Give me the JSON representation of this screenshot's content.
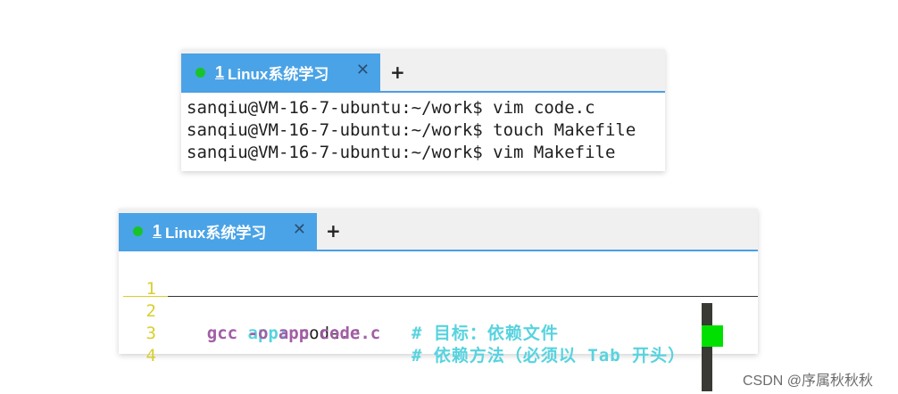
{
  "window1": {
    "tab": {
      "number": "1",
      "title": "Linux系统学习",
      "close": "✕"
    },
    "new_tab": "+",
    "lines": [
      "sanqiu@VM-16-7-ubuntu:~/work$ vim code.c",
      "sanqiu@VM-16-7-ubuntu:~/work$ touch Makefile",
      "sanqiu@VM-16-7-ubuntu:~/work$ vim Makefile"
    ]
  },
  "window2": {
    "tab": {
      "number": "1",
      "title": "Linux系统学习",
      "close": "✕"
    },
    "new_tab": "+",
    "vim": {
      "line_numbers": [
        "1",
        "2",
        "3",
        "4"
      ],
      "line1": {
        "target": "app:",
        "deps": " code.c",
        "comment": "# 目标：依赖文件"
      },
      "line2": {
        "command": "    gcc -o app code.c",
        "comment": "# 依赖方法（必须以 Tab 开头）"
      }
    }
  },
  "watermark": "CSDN @序属秋秋秋"
}
